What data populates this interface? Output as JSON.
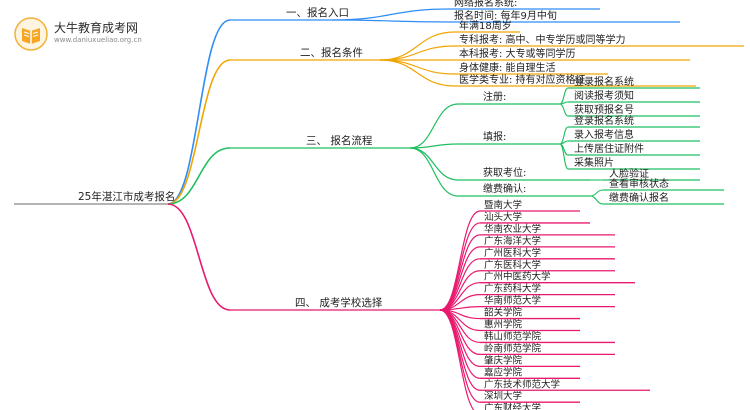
{
  "logo": {
    "title": "大牛教育成考网",
    "url": "www.daniuxueliao.org.cn"
  },
  "root": "25年湛江市成考报名",
  "branches": [
    {
      "label": "一、报名入口",
      "color": "#2f8df5",
      "items": [
        "网络报名系统:",
        "报名时间: 每年9月中旬"
      ]
    },
    {
      "label": "二、报名条件",
      "color": "#f0a500",
      "items": [
        "年满18周岁",
        "专科报考: 高中、中专学历或同等学力",
        "本科报考: 大专或等同学历",
        "身体健康: 能自理生活",
        "医学类专业: 持有对应资格证"
      ]
    },
    {
      "label": "三、 报名流程",
      "color": "#1fbf60",
      "groups": [
        {
          "label": "注册:",
          "items": [
            "登录报名系统",
            "阅读报考须知",
            "获取预报名号"
          ]
        },
        {
          "label": "填报:",
          "items": [
            "登录报名系统",
            "录入报考信息",
            "上传居住证附件",
            "采集照片"
          ]
        },
        {
          "label": "获取考位:",
          "items": [
            "人脸验证"
          ]
        },
        {
          "label": "缴费确认:",
          "items": [
            "查看审核状态",
            "缴费确认报名"
          ]
        }
      ]
    },
    {
      "label": "四、 成考学校选择",
      "color": "#e8196e",
      "items": [
        "暨南大学",
        "汕头大学",
        "华南农业大学",
        "广东海洋大学",
        "广州医科大学",
        "广东医科大学",
        "广州中医药大学",
        "广东药科大学",
        "华南师范大学",
        "韶关学院",
        "惠州学院",
        "韩山师范学院",
        "岭南师范学院",
        "肇庆学院",
        "嘉应学院",
        "广东技术师范大学",
        "深圳大学",
        "广东财经大学"
      ]
    }
  ]
}
